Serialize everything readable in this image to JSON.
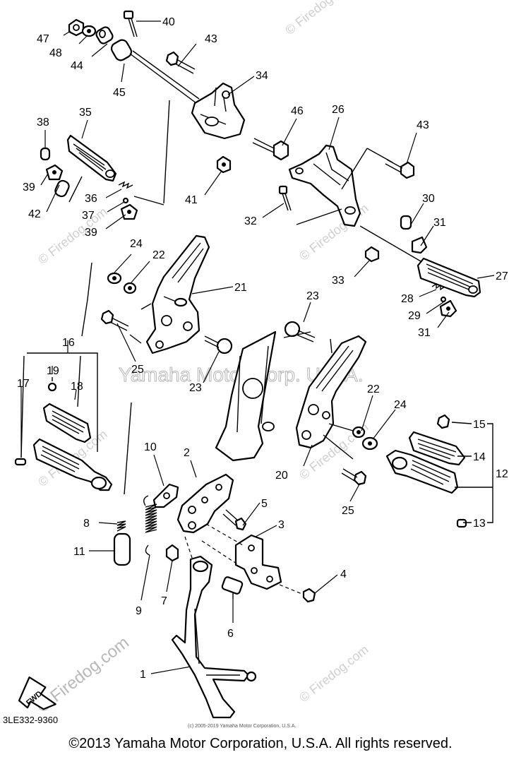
{
  "diagram": {
    "drawing_code": "3LE332-9360",
    "small_notice": "(c) 2005-2019 Yamaha Motor Corporation, U.S.A.",
    "copyright": "©2013 Yamaha Motor Corporation, U.S.A. All rights reserved.",
    "direction_badge": "FWD",
    "watermarks": {
      "site": "© Firedog.com",
      "corp": "Yamaha Motor Corp. U.S.A."
    },
    "callouts": {
      "n1": "1",
      "n2": "2",
      "n3": "3",
      "n4": "4",
      "n5": "5",
      "n6": "6",
      "n7": "7",
      "n8": "8",
      "n9": "9",
      "n10": "10",
      "n11": "11",
      "n12": "12",
      "n13": "13",
      "n14": "14",
      "n15": "15",
      "n16": "16",
      "n17": "17",
      "n18": "18",
      "n19": "19",
      "n20": "20",
      "n21": "21",
      "n22a": "22",
      "n22b": "22",
      "n23a": "23",
      "n23b": "23",
      "n24a": "24",
      "n24b": "24",
      "n25a": "25",
      "n25b": "25",
      "n26": "26",
      "n27": "27",
      "n28": "28",
      "n29": "29",
      "n30": "30",
      "n31a": "31",
      "n31b": "31",
      "n32": "32",
      "n33": "33",
      "n34": "34",
      "n35": "35",
      "n36": "36",
      "n37": "37",
      "n38": "38",
      "n39a": "39",
      "n39b": "39",
      "n40": "40",
      "n41": "41",
      "n42": "42",
      "n43a": "43",
      "n43b": "43",
      "n44": "44",
      "n45": "45",
      "n46": "46",
      "n47": "47",
      "n48": "48"
    }
  }
}
